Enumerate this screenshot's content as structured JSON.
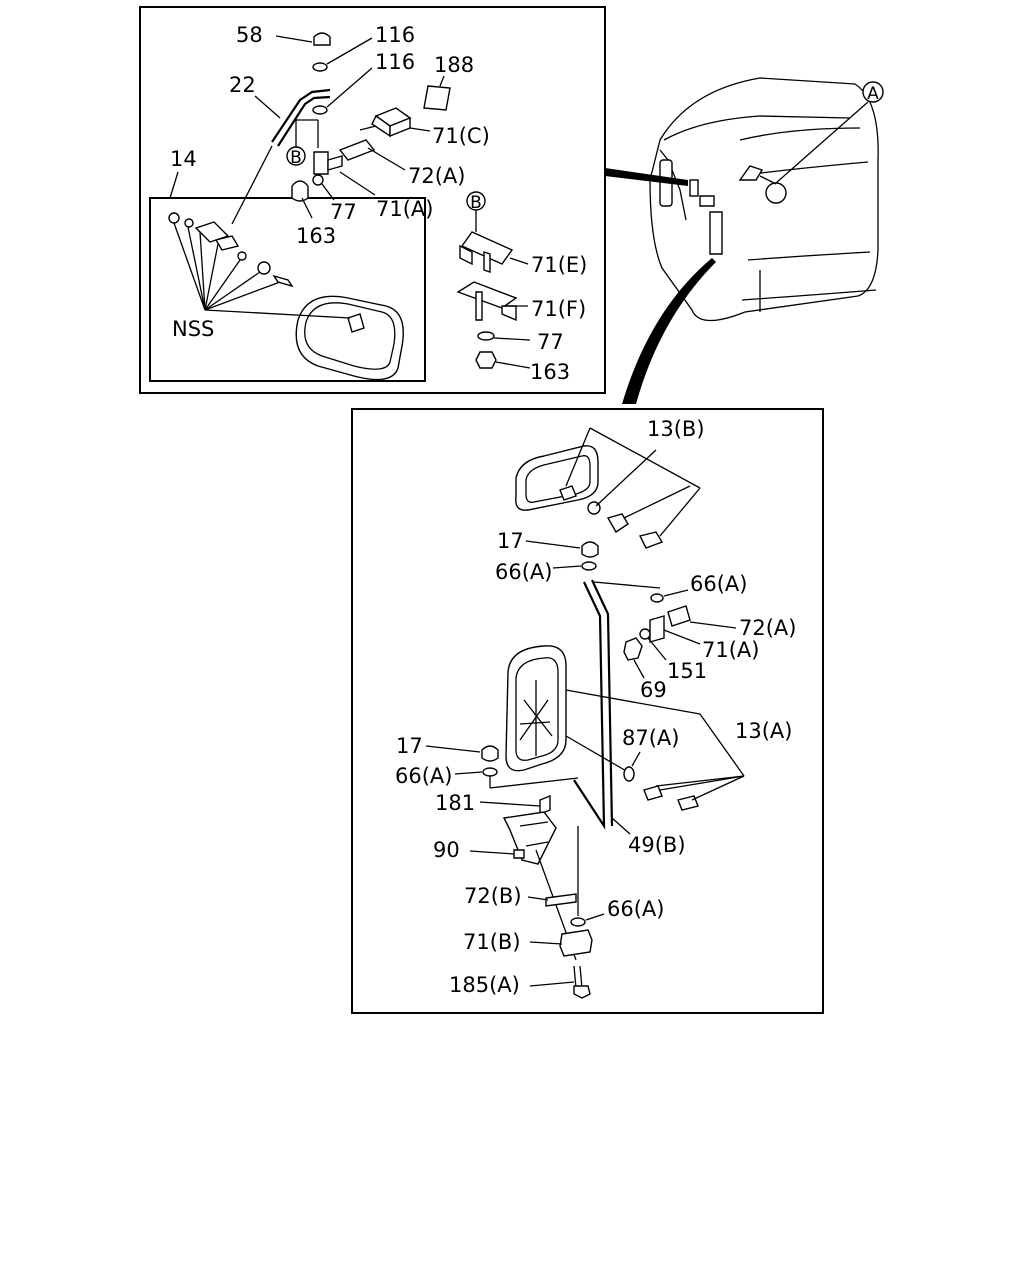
{
  "callouts": {
    "A": "A",
    "B": "B"
  },
  "top_panel": {
    "labels": [
      "58",
      "116",
      "116",
      "188",
      "22",
      "71(C)",
      "14",
      "72(A)",
      "77",
      "71(A)",
      "163",
      "NSS",
      "71(E)",
      "71(F)",
      "77",
      "163"
    ]
  },
  "bottom_panel": {
    "labels": [
      "13(B)",
      "17",
      "66(A)",
      "66(A)",
      "72(A)",
      "71(A)",
      "151",
      "69",
      "87(A)",
      "13(A)",
      "17",
      "66(A)",
      "181",
      "90",
      "49(B)",
      "72(B)",
      "66(A)",
      "71(B)",
      "185(A)"
    ]
  }
}
